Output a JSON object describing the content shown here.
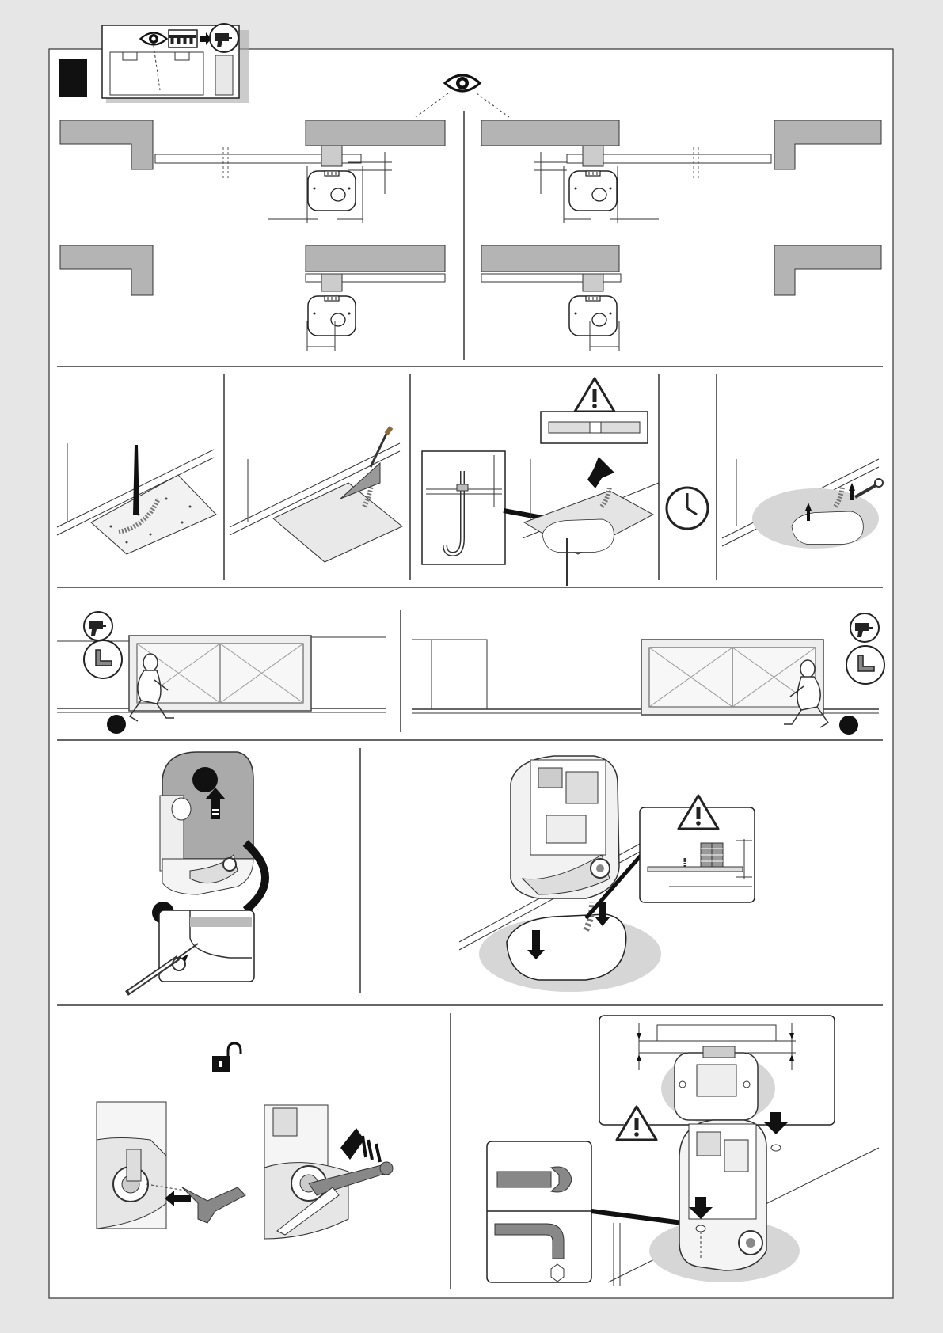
{
  "page": {
    "background": "#e6e6e6",
    "frame_color": "#ffffff",
    "line_color": "#222222",
    "gray_fill": "#b4b4b4",
    "shadow_fill": "#d6d6d6"
  },
  "section_marker": {
    "icon": "black-square-marker"
  },
  "inset_header": {
    "icons": [
      "eye-icon",
      "rack-icon",
      "arrow-right-icon",
      "drill-icon"
    ]
  },
  "panels": {
    "installation_positions": {
      "icons": [
        "eye-icon"
      ],
      "layouts": [
        "left-opening-with-rack",
        "right-opening-with-rack",
        "left-opening",
        "right-opening"
      ]
    },
    "foundation_steps": {
      "icons": [
        "excavation",
        "trowel",
        "warning-icon",
        "spirit-level-icon",
        "anchor-bolt-icon",
        "clock-icon",
        "wrench-icon"
      ]
    },
    "limit_stops": {
      "icons": [
        "drill-icon",
        "bracket-icon",
        "crouching-person"
      ],
      "markers": [
        "black-dot-left",
        "black-dot-right"
      ]
    },
    "cover_removal": {
      "icons": [
        "up-arrow-icon",
        "screwdriver-icon"
      ],
      "markers": [
        "black-dot-1",
        "black-dot-2"
      ]
    },
    "motor_placement": {
      "icons": [
        "warning-icon",
        "rack-on-base-icon",
        "down-arrow-icon"
      ]
    },
    "manual_release": {
      "icons": [
        "unlock-icon",
        "release-key-icon"
      ]
    },
    "rack_alignment": {
      "icons": [
        "warning-icon",
        "wrench-icon",
        "allen-key-icon",
        "hexagon-icon"
      ]
    }
  }
}
